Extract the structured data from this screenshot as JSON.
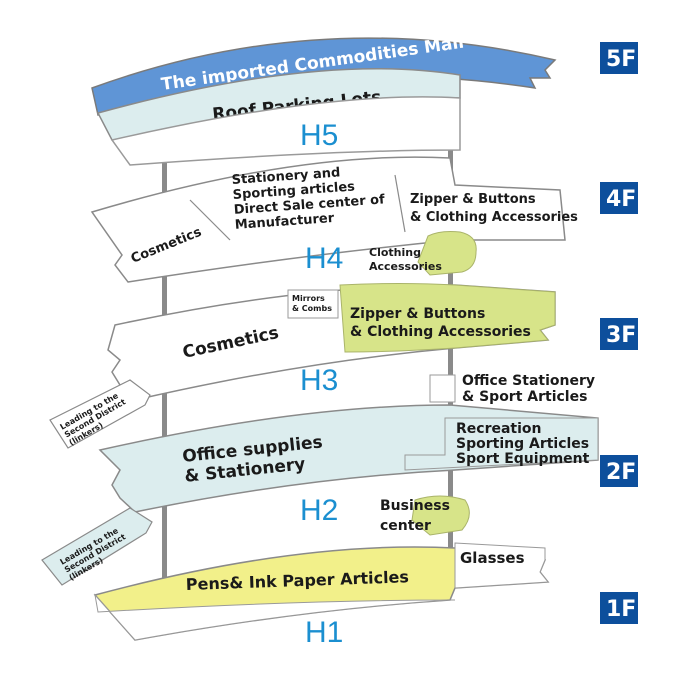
{
  "colors": {
    "accent_blue": "#1565b8",
    "badge_blue": "#0d4f9c",
    "title_blue": "#5f95d6",
    "pale_teal": "#dcedee",
    "yellow": "#f2f08a",
    "olive": "#d7e489",
    "hall_blue": "#1b8fd0"
  },
  "floors": {
    "f5": {
      "badge": "5F",
      "title": "The imported   Commodities Mall",
      "roof": "Roof Parking Lots",
      "hall": "H5"
    },
    "f4": {
      "badge": "4F",
      "cosmetics": "Cosmetics",
      "stationery": [
        "Stationery and",
        "Sporting articles",
        "Direct Sale center of",
        "Manufacturer"
      ],
      "zipper": [
        "Zipper & Buttons",
        "& Clothing Accessories"
      ],
      "clothing": [
        "Clothing",
        "Accessories"
      ],
      "hall": "H4"
    },
    "f3": {
      "badge": "3F",
      "cosmetics": "Cosmetics",
      "mirrors": [
        "Mirrors",
        "& Combs"
      ],
      "zipper": [
        "Zipper & Buttons",
        "& Clothing Accessories"
      ],
      "office": [
        "Office Stationery",
        "& Sport Articles"
      ],
      "leading": [
        "Leading to the",
        "Second District",
        "(linkers)"
      ],
      "hall": "H3"
    },
    "f2": {
      "badge": "2F",
      "office": [
        "Office supplies",
        "& Stationery"
      ],
      "recreation": [
        "Recreation",
        "Sporting Articles",
        "Sport Equipment"
      ],
      "business": [
        "Business",
        "center"
      ],
      "leading": [
        "Leading to the",
        "Second District",
        "(linkers)"
      ],
      "hall": "H2"
    },
    "f1": {
      "badge": "1F",
      "pens": "Pens& Ink Paper Articles",
      "glasses": "Glasses",
      "hall": "H1"
    }
  }
}
